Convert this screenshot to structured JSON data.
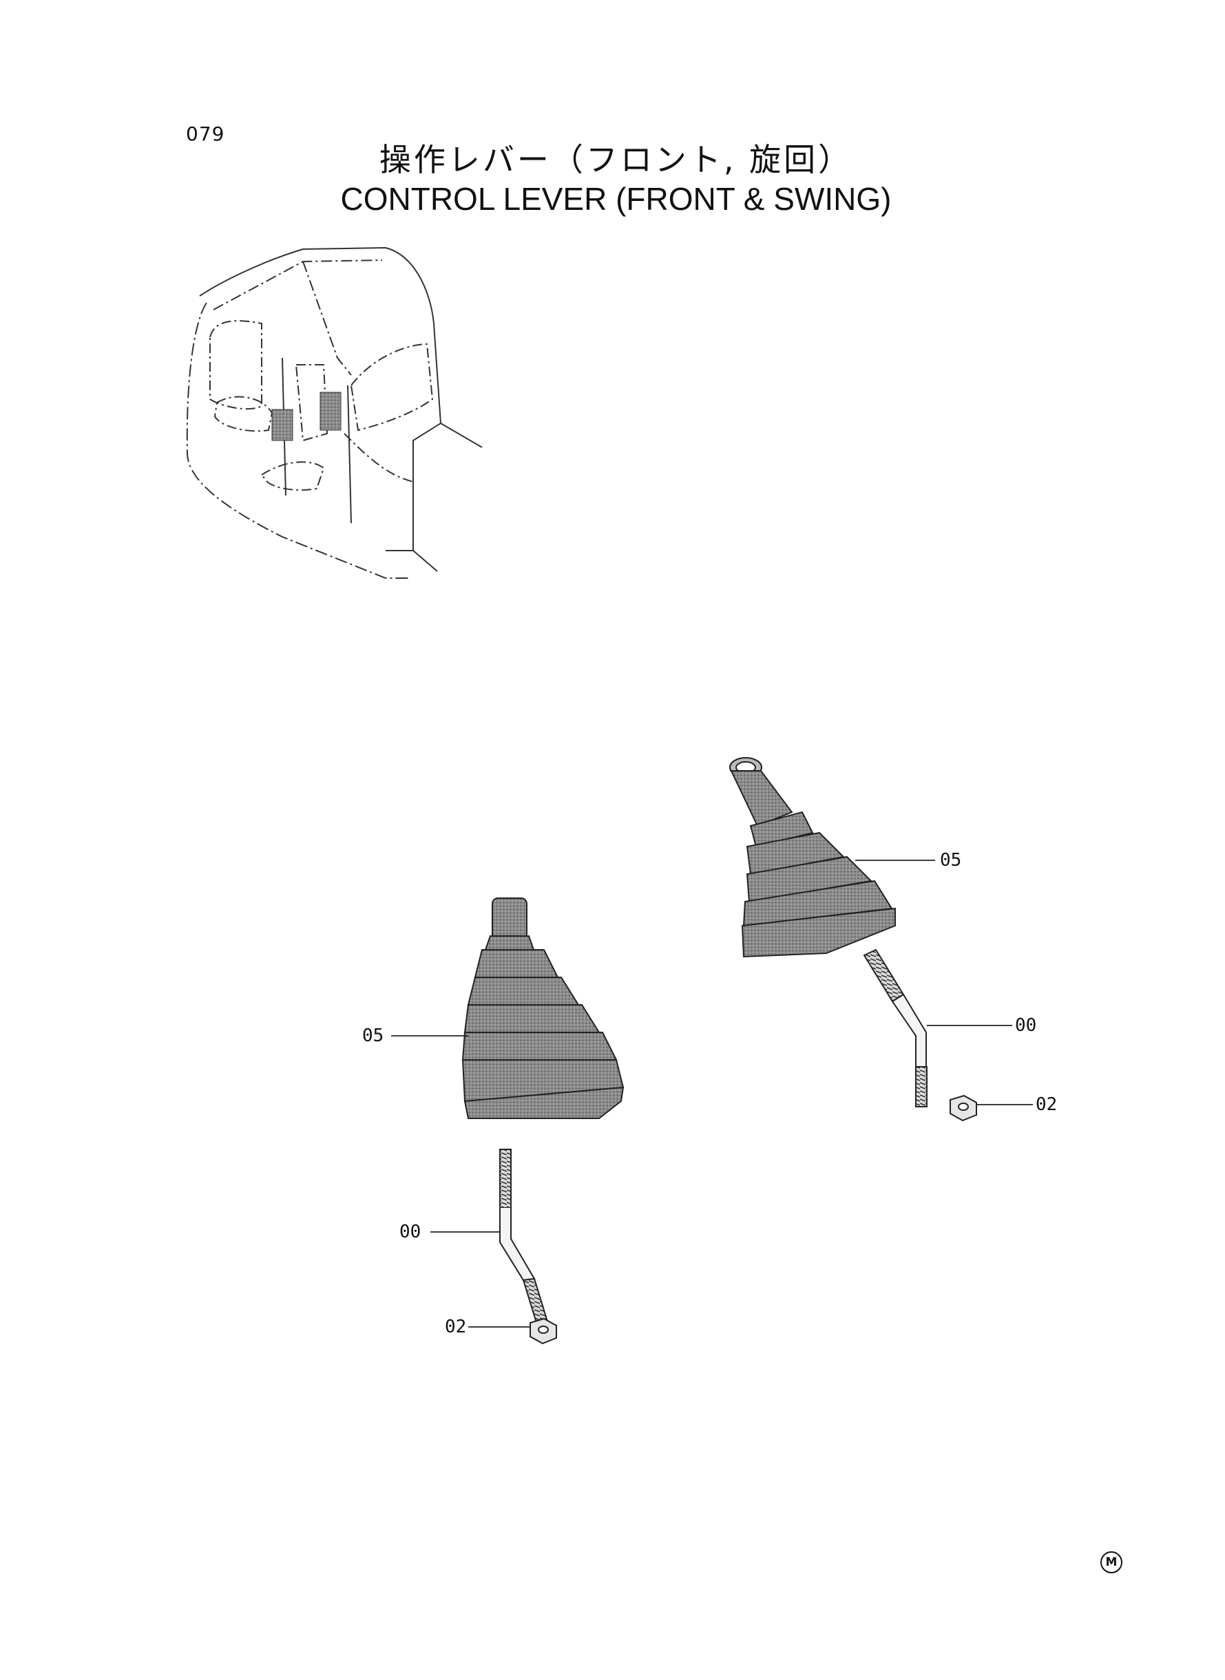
{
  "page": {
    "number": "079",
    "title_ja": "操作レバー（フロント, 旋回）",
    "title_en": "CONTROL  LEVER  (FRONT & SWING)",
    "mark": "M"
  },
  "callouts": {
    "left_boot": "05",
    "left_lever": "00",
    "left_nut": "02",
    "right_boot": "05",
    "right_lever": "00",
    "right_nut": "02"
  }
}
